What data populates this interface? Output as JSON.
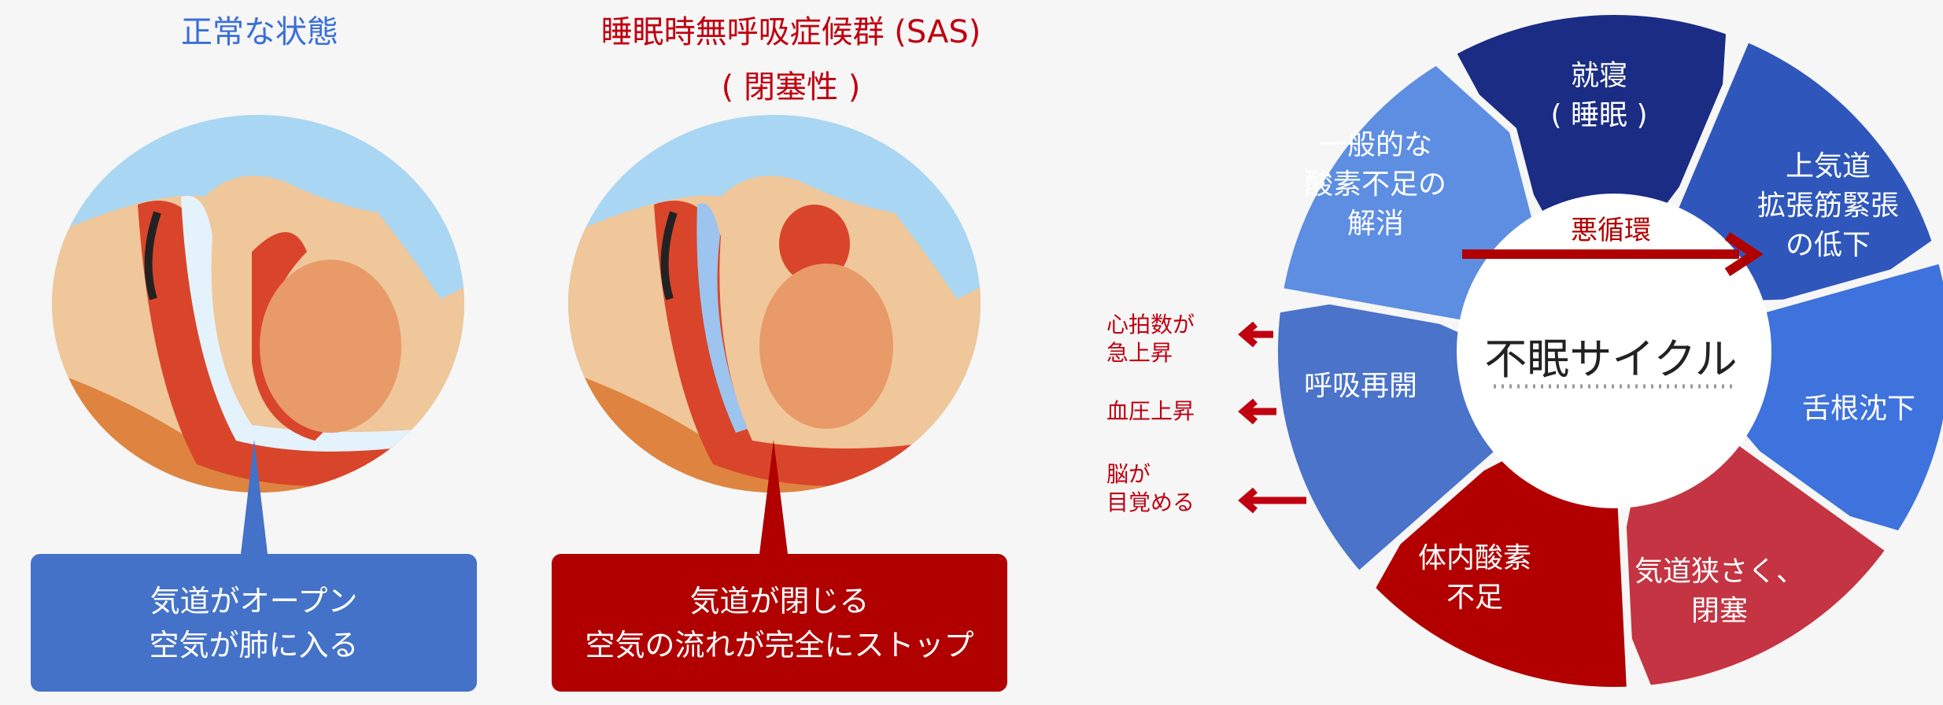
{
  "normal": {
    "title": "正常な状態",
    "box_line1": "気道がオープン",
    "box_line2": "空気が肺に入る"
  },
  "sas": {
    "title_line1": "睡眠時無呼吸症候群 (SAS)",
    "title_line2": "( 閉塞性 )",
    "box_line1": "気道が閉じる",
    "box_line2": "空気の流れが完全にストップ"
  },
  "cycle": {
    "center_title": "不眠サイクル",
    "vicious_label": "悪循環",
    "segments": [
      {
        "lines": [
          "就寝",
          "( 睡眠 )"
        ],
        "color": "#1b2c84"
      },
      {
        "lines": [
          "上気道",
          "拡張筋緊張",
          "の低下"
        ],
        "color": "#2f57bb"
      },
      {
        "lines": [
          "舌根沈下"
        ],
        "color": "#3e72dc"
      },
      {
        "lines": [
          "気道狭さく、",
          "閉塞"
        ],
        "color": "#c43442"
      },
      {
        "lines": [
          "体内酸素",
          "不足"
        ],
        "color": "#b20000"
      },
      {
        "lines": [
          "呼吸再開"
        ],
        "color": "#4a73c9"
      },
      {
        "lines": [
          "一般的な",
          "酸素不足の",
          "解消"
        ],
        "color": "#5d8ee2"
      }
    ],
    "effects": [
      {
        "lines": [
          "心拍数が",
          "急上昇"
        ]
      },
      {
        "lines": [
          "血圧上昇"
        ]
      },
      {
        "lines": [
          "脳が",
          "目覚める"
        ]
      }
    ]
  },
  "colors": {
    "blue": "#4472c8",
    "red": "#b00000",
    "title_blue": "#3a6fd8"
  }
}
